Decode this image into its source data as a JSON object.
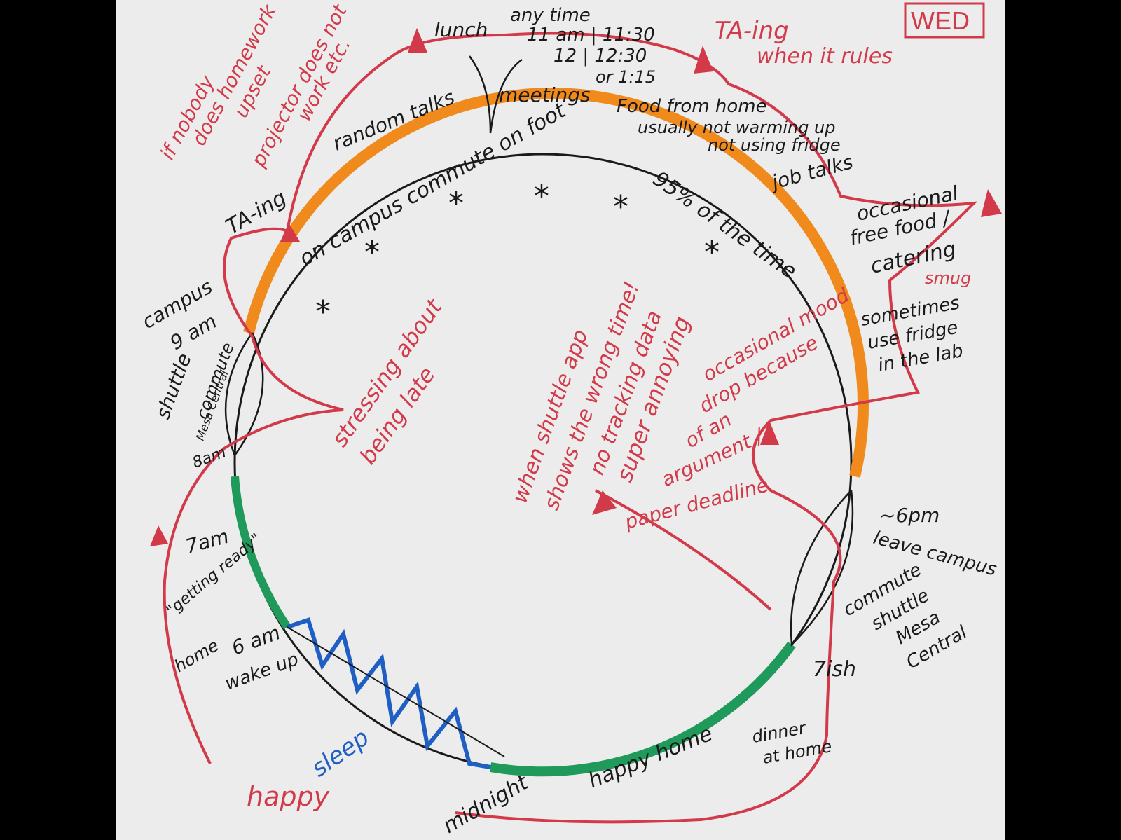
{
  "colors": {
    "background": "#000000",
    "paper": "#ececec",
    "orange": "#f08a1c",
    "green": "#1f9a5a",
    "blue": "#1f5fc4",
    "red": "#d23a4a",
    "black": "#1a1a1a"
  },
  "header": {
    "day": "WED",
    "ta_ing": "TA-ing",
    "when_it_rules": "when it rules"
  },
  "lunch": {
    "lunch": "lunch",
    "any_time": "any time",
    "times_1": "11 am | 11:30",
    "times_2": "12 | 12:30",
    "times_3": "or 1:15",
    "food_1": "Food from home",
    "food_2": "usually not warming up",
    "food_3": "not using fridge",
    "meetings": "meetings",
    "random_talks": "random talks"
  },
  "left_red": {
    "line1": "if nobody",
    "line2": "does homework",
    "line3": "upset",
    "line4": "projector does not",
    "line5": "work etc."
  },
  "arc": {
    "commute_on_foot": "on campus commute on foot",
    "percent": "95% of the time",
    "job_talks": "job talks",
    "ta_ing": "TA-ing"
  },
  "right": {
    "free_food_1": "occasional",
    "free_food_2": "free food /",
    "free_food_3": "catering",
    "smug": "smug",
    "fridge_1": "sometimes",
    "fridge_2": "use fridge",
    "fridge_3": "in the lab",
    "leave_1": "~6pm",
    "leave_2": "leave campus",
    "commute_1": "commute",
    "commute_2": "shuttle",
    "commute_3": "Mesa",
    "commute_4": "Central",
    "seven_ish": "7ish",
    "dinner_1": "dinner",
    "dinner_2": "at home"
  },
  "left": {
    "campus": "campus",
    "nine_am": "9 am",
    "shuttle": "shuttle",
    "commute": "commute",
    "mesa_central": "Mesa Central",
    "eight_am": "8am",
    "seven_am": "7am",
    "getting_ready": "\"getting ready\"",
    "home": "home",
    "six_am": "6 am",
    "wake_up": "wake up"
  },
  "center": {
    "stressing_1": "stressing about",
    "stressing_2": "being late",
    "shuttle_app_1": "when shuttle app",
    "shuttle_app_2": "shows the wrong time!",
    "shuttle_app_3": "no tracking data",
    "shuttle_app_4": "super annoying",
    "mood_1": "occasional mood",
    "mood_2": "drop because",
    "mood_3": "of an",
    "mood_4": "argument /",
    "mood_5": "paper deadline"
  },
  "bottom": {
    "sleep": "sleep",
    "midnight": "midnight",
    "happy_home": "happy home",
    "happy": "happy"
  }
}
